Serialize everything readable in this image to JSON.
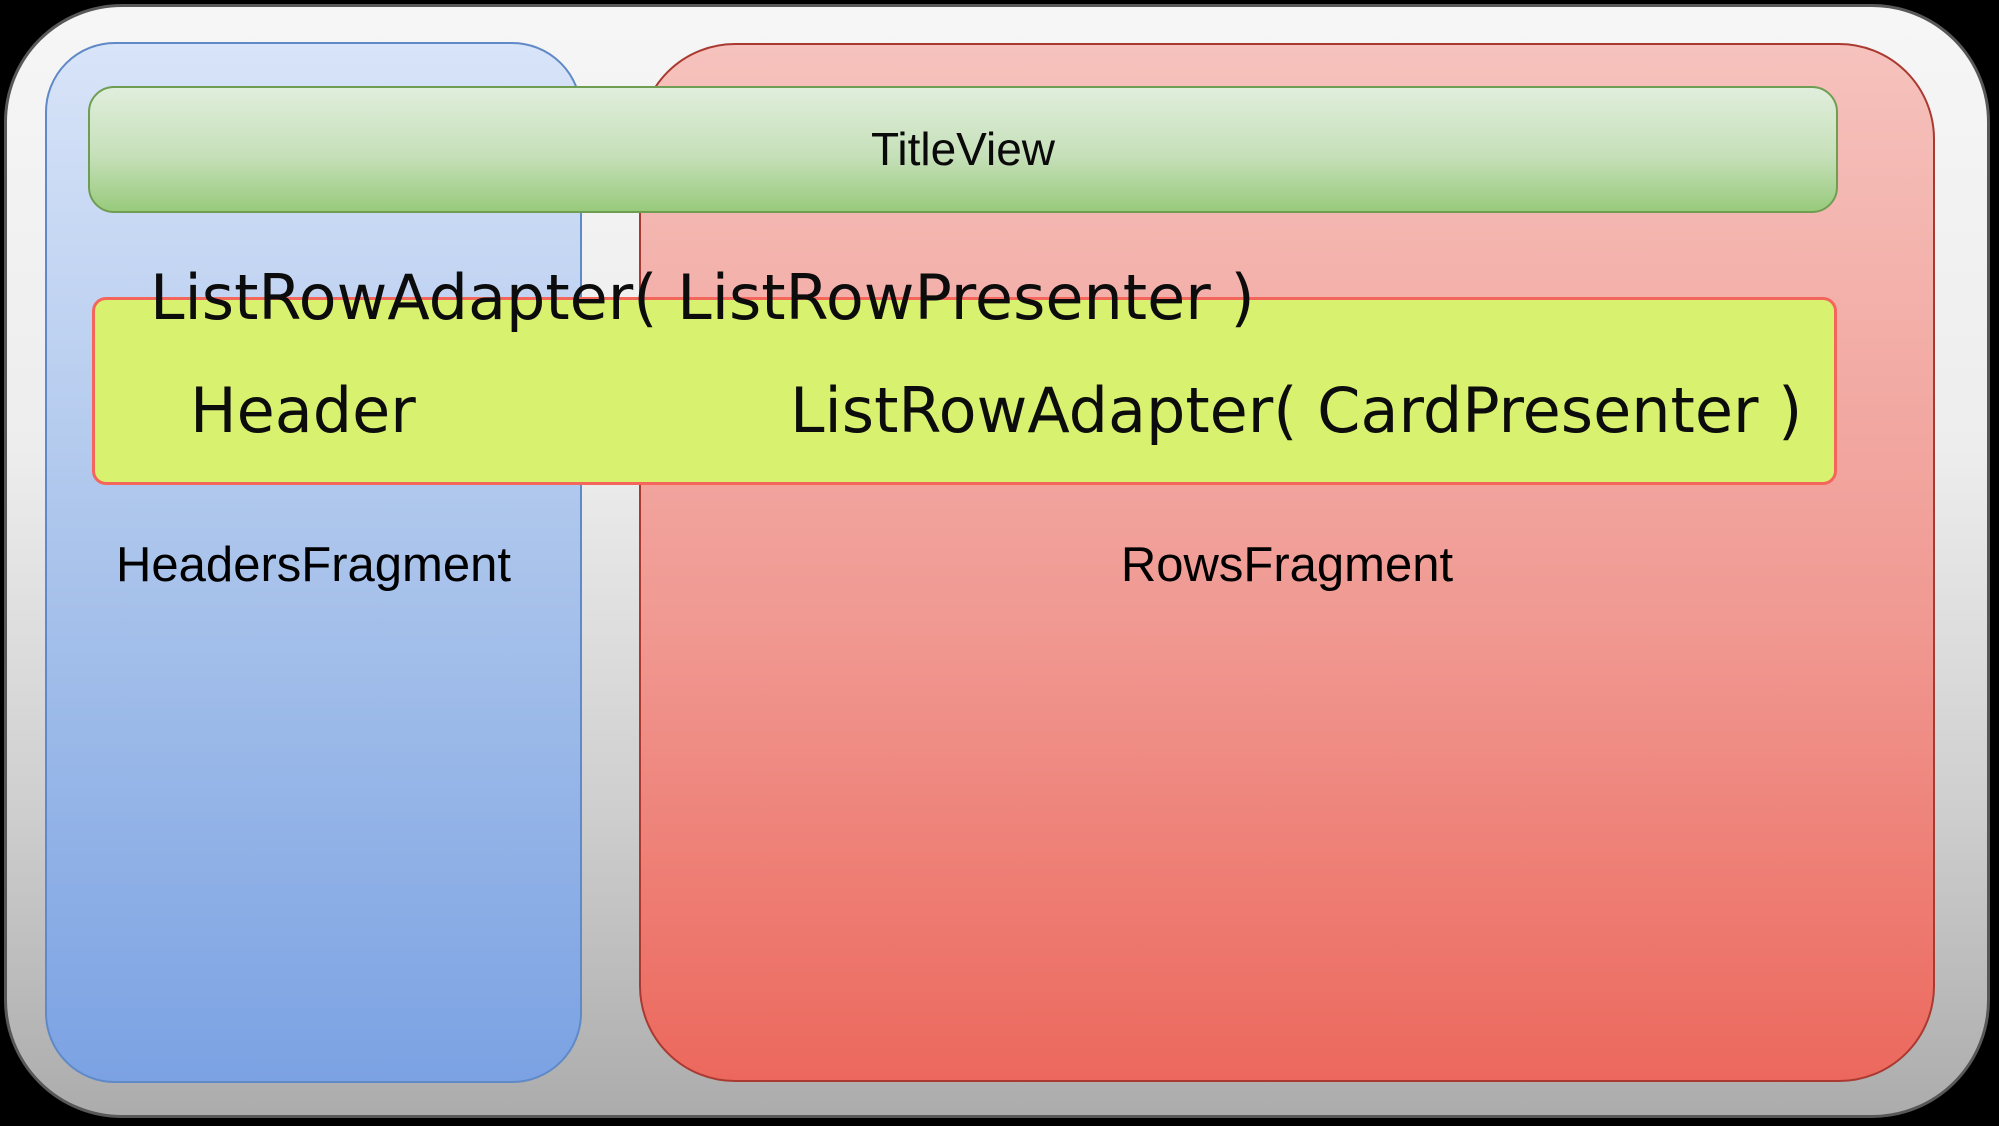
{
  "title_bar": {
    "label": "TitleView"
  },
  "overlay_text": {
    "row_adapter": "ListRowAdapter( ListRowPresenter )"
  },
  "list_row_box": {
    "header_label": "Header",
    "card_adapter": "ListRowAdapter( CardPresenter )"
  },
  "headers_fragment": {
    "label": "HeadersFragment"
  },
  "rows_fragment": {
    "label": "RowsFragment"
  },
  "colors": {
    "background": "#000000",
    "frame_top": "#f6f6f6",
    "frame_bottom": "#acacac",
    "frame_border": "#585858",
    "headers_panel_top": "#d8e4f8",
    "headers_panel_bottom": "#7ba2e3",
    "headers_panel_border": "#6089c7",
    "rows_panel_top": "#f6c2bd",
    "rows_panel_bottom": "#ec685d",
    "rows_panel_border": "#aa3a31",
    "title_bar_top": "#e0eedc",
    "title_bar_bottom": "#98ca7c",
    "title_bar_border": "#6f9e53",
    "list_row_box_fill": "#d8f16e",
    "list_row_box_border": "#f4655c",
    "text": "#0c0c0c"
  }
}
